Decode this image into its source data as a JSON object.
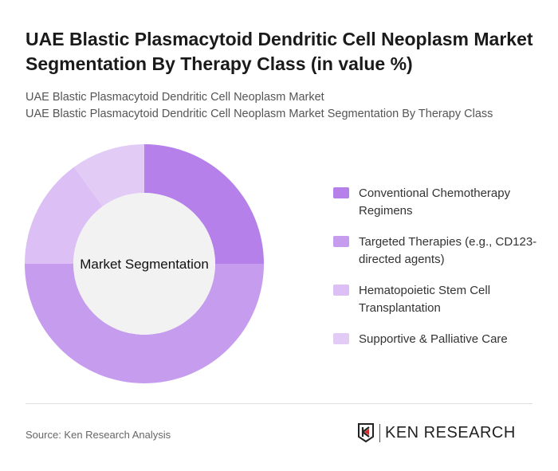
{
  "title": "UAE Blastic Plasmacytoid Dendritic Cell Neoplasm Market Segmentation By Therapy Class (in value %)",
  "subtitle1": "UAE Blastic Plasmacytoid Dendritic Cell Neoplasm Market",
  "subtitle2": "UAE Blastic Plasmacytoid Dendritic Cell Neoplasm Market Segmentation By Therapy Class",
  "chart_data": {
    "type": "pie",
    "donut": true,
    "center_label": "Market Segmentation",
    "categories": [
      "Conventional Chemotherapy Regimens",
      "Targeted Therapies (e.g., CD123-directed agents)",
      "Hematopoietic Stem Cell Transplantation",
      "Supportive & Palliative Care"
    ],
    "values": [
      25,
      50,
      15,
      10
    ],
    "colors": [
      "#b580ea",
      "#c59cee",
      "#dbbff5",
      "#e2ccf6"
    ],
    "legend_position": "right"
  },
  "source": "Source: Ken Research Analysis",
  "logo_text": "KEN RESEARCH"
}
